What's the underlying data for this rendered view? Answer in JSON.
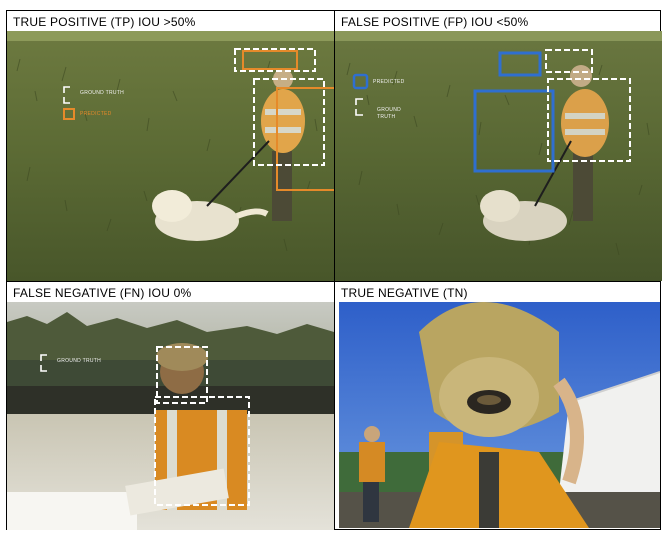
{
  "panels": {
    "tp": {
      "title": "TRUE POSITIVE (TP) IOU >50%",
      "legend": {
        "ground_truth": "GROUND TRUTH",
        "predicted": "PREDICTED"
      }
    },
    "fp": {
      "title": "FALSE POSITIVE (FP) IOU <50%",
      "legend": {
        "predicted": "PREDICTED",
        "ground_truth_line1": "GROUND",
        "ground_truth_line2": "TRUTH"
      }
    },
    "fn": {
      "title": "FALSE NEGATIVE (FN) IOU 0%",
      "legend": {
        "ground_truth": "GROUND TRUTH"
      }
    },
    "tn": {
      "title": "TRUE NEGATIVE (TN)"
    }
  },
  "colors": {
    "predicted_tp": "#e58a2a",
    "predicted_fp": "#2f6fd0",
    "ground_truth": "#ffffff",
    "grass_dark": "#4a5a2c",
    "grass_light": "#7f8c4d",
    "hivis_orange": "#e59a2a",
    "sky_blue": "#3c6fd6"
  }
}
